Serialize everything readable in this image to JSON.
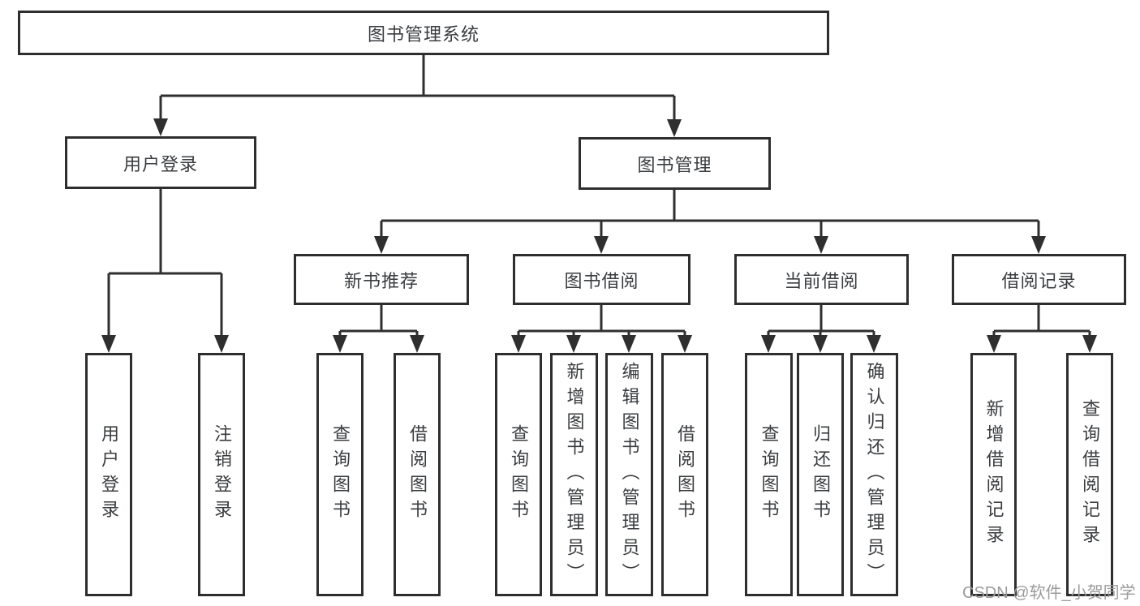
{
  "diagram": {
    "root": {
      "label": "图书管理系统",
      "children": [
        {
          "label": "用户登录",
          "children": [
            {
              "label": "用户登录"
            },
            {
              "label": "注销登录"
            }
          ]
        },
        {
          "label": "图书管理",
          "children": [
            {
              "label": "新书推荐",
              "children": [
                {
                  "label": "查询图书"
                },
                {
                  "label": "借阅图书"
                }
              ]
            },
            {
              "label": "图书借阅",
              "children": [
                {
                  "label": "查询图书"
                },
                {
                  "label": "新增图书（管理员）"
                },
                {
                  "label": "编辑图书（管理员）"
                },
                {
                  "label": "借阅图书"
                }
              ]
            },
            {
              "label": "当前借阅",
              "children": [
                {
                  "label": "查询图书"
                },
                {
                  "label": "归还图书"
                },
                {
                  "label": "确认归还（管理员）"
                }
              ]
            },
            {
              "label": "借阅记录",
              "children": [
                {
                  "label": "新增借阅记录"
                },
                {
                  "label": "查询借阅记录"
                }
              ]
            }
          ]
        }
      ]
    },
    "line_color": "#2f2f2f",
    "watermark": "CSDN @软件_小贺同学"
  }
}
